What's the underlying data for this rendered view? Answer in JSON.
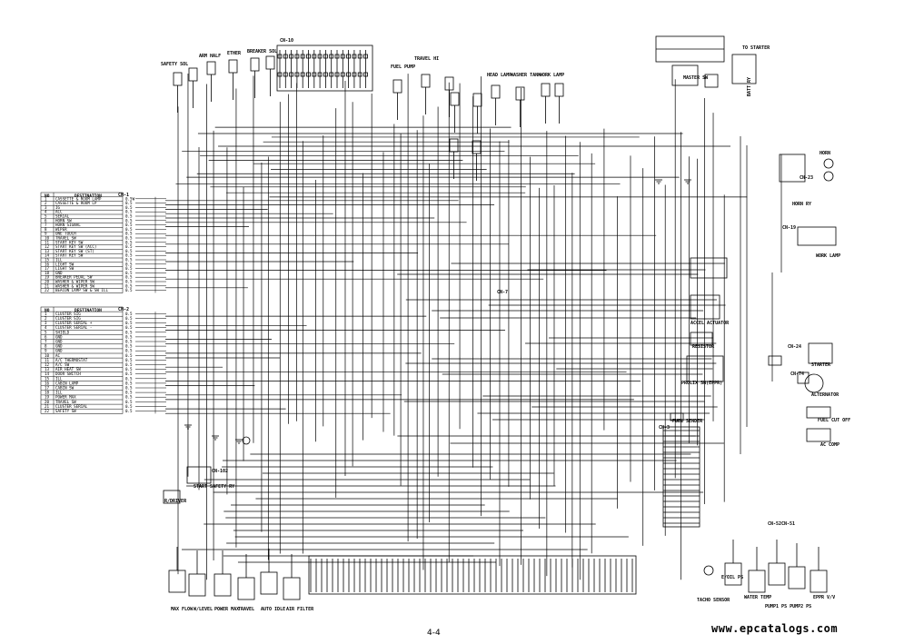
{
  "page": {
    "number": "4-4",
    "watermark": "www.epcatalogs.com"
  },
  "tables": {
    "cn1": {
      "connector": "CN-1",
      "headers": {
        "no": "NO",
        "destination": "DESTINATION"
      },
      "rows": [
        {
          "no": "1",
          "dest": "CASSETTE & ROOM LAMP",
          "wire": "0.5W"
        },
        {
          "no": "2",
          "dest": "CASSETTE & ROOM LP",
          "wire": "0.5"
        },
        {
          "no": "3",
          "dest": "IG",
          "wire": "0.5"
        },
        {
          "no": "4",
          "dest": "ACC",
          "wire": "0.5"
        },
        {
          "no": "5",
          "dest": "SERIAL",
          "wire": "0.5"
        },
        {
          "no": "6",
          "dest": "HORN SW",
          "wire": "0.5"
        },
        {
          "no": "7",
          "dest": "HORN SIGNAL",
          "wire": "0.5"
        },
        {
          "no": "8",
          "dest": "WIPER",
          "wire": "0.5"
        },
        {
          "no": "9",
          "dest": "ONE TOUCH",
          "wire": "0.5"
        },
        {
          "no": "10",
          "dest": "TRAVEL SW",
          "wire": "0.5"
        },
        {
          "no": "11",
          "dest": "START KEY SW",
          "wire": "0.5"
        },
        {
          "no": "12",
          "dest": "START KEY SW (ACC)",
          "wire": "0.5"
        },
        {
          "no": "13",
          "dest": "START KEY SW (ST)",
          "wire": "0.5"
        },
        {
          "no": "14",
          "dest": "START KEY SW",
          "wire": "0.5"
        },
        {
          "no": "15",
          "dest": "ILL",
          "wire": "0.5"
        },
        {
          "no": "16",
          "dest": "LIGHT SW",
          "wire": "0.5"
        },
        {
          "no": "17",
          "dest": "LIGHT SW",
          "wire": "0.5"
        },
        {
          "no": "18",
          "dest": "GND",
          "wire": "0.5"
        },
        {
          "no": "19",
          "dest": "BREAKER PEDAL SW",
          "wire": "0.5"
        },
        {
          "no": "20",
          "dest": "WASHER & WIPER SW",
          "wire": "0.5"
        },
        {
          "no": "21",
          "dest": "WASHER & WIPER SW",
          "wire": "0.5"
        },
        {
          "no": "22",
          "dest": "BEACON LAMP SW & SW ILL",
          "wire": "0.5"
        }
      ]
    },
    "cn2": {
      "connector": "CN-2",
      "headers": {
        "no": "NO",
        "destination": "DESTINATION"
      },
      "rows": [
        {
          "no": "1",
          "dest": "CLUSTER SIG",
          "wire": "0.5"
        },
        {
          "no": "2",
          "dest": "CLUSTER SIG",
          "wire": "0.5"
        },
        {
          "no": "3",
          "dest": "CLUSTER SERIAL +",
          "wire": "0.5"
        },
        {
          "no": "4",
          "dest": "CLUSTER SERIAL -",
          "wire": "0.5"
        },
        {
          "no": "5",
          "dest": "SHIELD",
          "wire": "0.5"
        },
        {
          "no": "6",
          "dest": "GND",
          "wire": "0.5"
        },
        {
          "no": "7",
          "dest": "GND",
          "wire": "0.5"
        },
        {
          "no": "8",
          "dest": "GND",
          "wire": "0.5"
        },
        {
          "no": "9",
          "dest": "GND",
          "wire": "0.5"
        },
        {
          "no": "10",
          "dest": "AC",
          "wire": "0.5"
        },
        {
          "no": "11",
          "dest": "A/C THERMOSTAT",
          "wire": "0.5"
        },
        {
          "no": "12",
          "dest": "A/C SW",
          "wire": "0.5"
        },
        {
          "no": "13",
          "dest": "AIR HEAT SW",
          "wire": "0.5"
        },
        {
          "no": "14",
          "dest": "DOOR SWITCH",
          "wire": "0.5"
        },
        {
          "no": "15",
          "dest": "ILL",
          "wire": "0.5"
        },
        {
          "no": "16",
          "dest": "CABIN LAMP",
          "wire": "0.5"
        },
        {
          "no": "17",
          "dest": "CABIN SW",
          "wire": "0.5"
        },
        {
          "no": "18",
          "dest": "ILL",
          "wire": "0.5"
        },
        {
          "no": "19",
          "dest": "POWER MAX",
          "wire": "0.5"
        },
        {
          "no": "20",
          "dest": "TRAVEL SW",
          "wire": "0.5"
        },
        {
          "no": "21",
          "dest": "CLUSTER SERIAL",
          "wire": "0.5"
        },
        {
          "no": "22",
          "dest": "SAFETY SW",
          "wire": "0.5"
        }
      ]
    }
  },
  "labels": {
    "safety_sol": "SAFETY SOL",
    "arm_half": "ARM HALF",
    "ether": "ETHER",
    "breaker_sol": "BREAKER SOL",
    "fuel_pump": "FUEL PUMP",
    "travel_hi": "TRAVEL HI",
    "head_lamp": "HEAD LAMP",
    "washer_tank": "WASHER TANK",
    "work_lamp": "WORK LAMP",
    "to_starter": "TO STARTER",
    "master_sw": "MASTER SW",
    "batt_ry": "BATT RY",
    "horn": "HORN",
    "horn_ry": "HORN RY",
    "work_lamp2": "WORK LAMP",
    "starter": "STARTER",
    "accel_actuator": "ACCEL ACTUATOR",
    "resistor": "RESISTOR",
    "prolix_sw": "PROLIX SW(EPPR)",
    "alternator": "ALTERNATOR",
    "fuel_sender": "FUEL SENDER",
    "fuel_cut_off": "FUEL CUT OFF",
    "pc_comp": "AC COMP",
    "start_safety_ry": "START SAFETY RY",
    "r_driver": "R/DRIVER",
    "max_flow": "MAX FLOW",
    "w_level": "W/LEVEL",
    "power_max": "POWER MAX",
    "travel": "TRAVEL",
    "auto_idle": "AUTO IDLE",
    "air_filter": "AIR FILTER",
    "tacho_sensor": "TACHO SENSOR",
    "e_oil_ps": "E/OIL PS",
    "water_temp": "WATER TEMP",
    "pump_ps": "PUMP1 PS  PUMP2 PS",
    "eppr_v": "EPPR V/V",
    "cn1_tag": "CN-1",
    "cn2_tag": "CN-2",
    "cn3_tag": "CN-3",
    "cn7_tag": "CN-7",
    "cn23_tag": "CN-23",
    "cn19_tag": "CN-19",
    "cn24_tag": "CN-24",
    "cn74_tag": "CN-74",
    "cn102_tag": "CN-102",
    "cn51_tag": "CN-51",
    "cn52_tag": "CN-52",
    "cn10_tag": "CN-10"
  }
}
